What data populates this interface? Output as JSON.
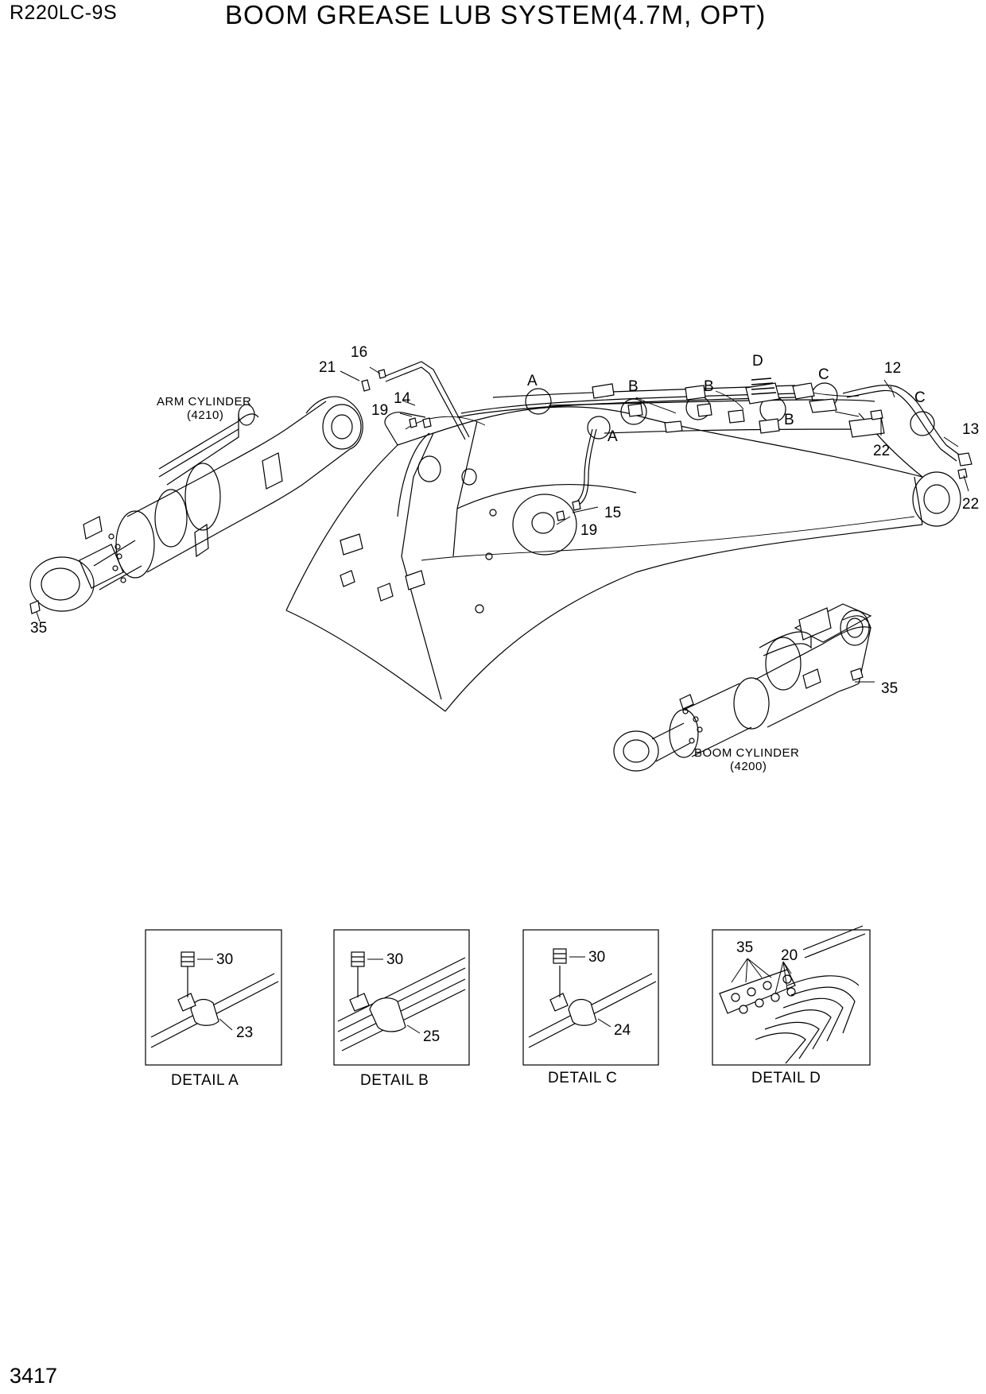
{
  "header": {
    "model": "R220LC-9S",
    "title": "BOOM GREASE LUB SYSTEM(4.7M, OPT)"
  },
  "footer": {
    "page_number": "3417"
  },
  "assembly_labels": {
    "arm_cylinder": "ARM CYLINDER",
    "arm_cylinder_ref": "(4210)",
    "boom_cylinder": "BOOM CYLINDER",
    "boom_cylinder_ref": "(4200)"
  },
  "callouts": {
    "c16": "16",
    "c21": "21",
    "c14": "14",
    "c19a": "19",
    "c19b": "19",
    "c15": "15",
    "c12": "12",
    "c13": "13",
    "c22a": "22",
    "c22b": "22",
    "c35a": "35",
    "c35b": "35",
    "refA1": "A",
    "refA2": "A",
    "refB1": "B",
    "refB2": "B",
    "refB3": "B",
    "refC1": "C",
    "refC2": "C",
    "refD": "D"
  },
  "details": [
    {
      "caption": "DETAIL  A",
      "callouts": [
        "30",
        "23"
      ]
    },
    {
      "caption": "DETAIL  B",
      "callouts": [
        "30",
        "25"
      ]
    },
    {
      "caption": "DETAIL  C",
      "callouts": [
        "30",
        "24"
      ]
    },
    {
      "caption": "DETAIL  D",
      "callouts": [
        "35",
        "20"
      ]
    }
  ]
}
